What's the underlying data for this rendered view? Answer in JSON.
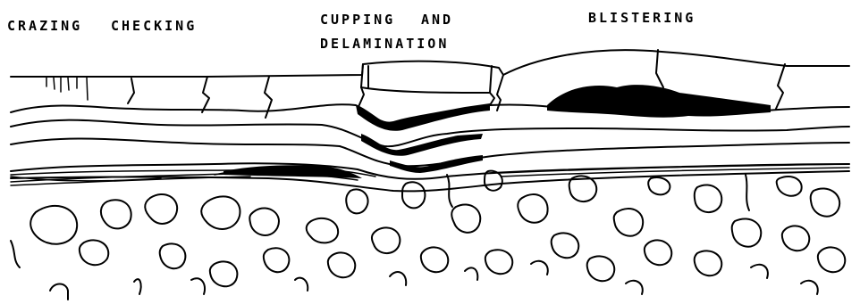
{
  "labels": {
    "crazing": "CRAZING",
    "checking": "CHECKING",
    "cupping_line1": "CUPPING",
    "cupping_and": "AND",
    "cupping_line2": "DELAMINATION",
    "blistering": "BLISTERING"
  },
  "colors": {
    "ink": "#000000",
    "paper": "#ffffff"
  }
}
